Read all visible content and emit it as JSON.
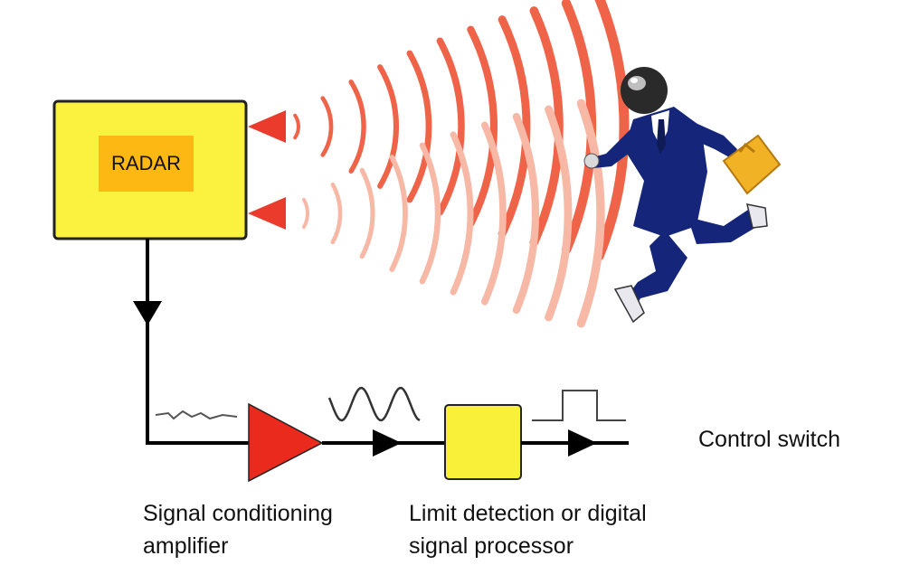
{
  "diagram": {
    "radar_label": "RADAR",
    "output_label": "Control switch",
    "amplifier_label_lines": [
      "Signal conditioning",
      "amplifier"
    ],
    "processor_label_lines": [
      "Limit detection or digital",
      "signal processor"
    ],
    "colors": {
      "radar_box": "#fbf23f",
      "radar_label_bg": "#fdb813",
      "emitter": "#ea3b2c",
      "wave_strong": "#ef6349",
      "wave_faint": "#f7b8a6",
      "amplifier": "#ea2a1c",
      "processor_box": "#f9f03a",
      "suit": "#14257a",
      "briefcase": "#f2b226",
      "line": "#000000"
    },
    "icons": [
      "person-running-icon",
      "briefcase-icon",
      "sine-wave-icon",
      "square-pulse-icon",
      "noisy-signal-icon"
    ]
  }
}
